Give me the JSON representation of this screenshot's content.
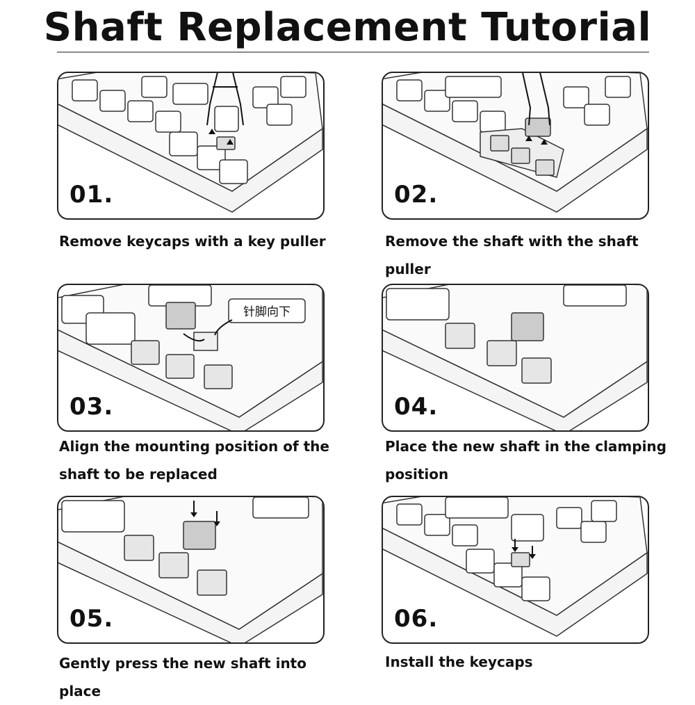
{
  "title": "Shaft Replacement Tutorial",
  "steps": [
    {
      "number": "01.",
      "caption": "Remove keycaps with a key puller"
    },
    {
      "number": "02.",
      "caption": "Remove the shaft with the shaft puller"
    },
    {
      "number": "03.",
      "caption": "Align the mounting position of the shaft to be replaced",
      "note": "针脚向下"
    },
    {
      "number": "04.",
      "caption": "Place the new shaft in the clamping position"
    },
    {
      "number": "05.",
      "caption": "Gently press the new shaft into place"
    },
    {
      "number": "06.",
      "caption": "Install the keycaps"
    }
  ]
}
